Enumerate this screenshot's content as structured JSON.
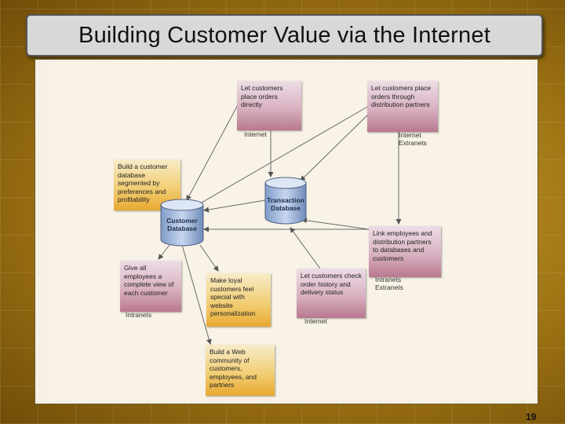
{
  "slide": {
    "title": "Building Customer Value via the Internet",
    "page_number": "19"
  },
  "diagram": {
    "notes": {
      "place_orders_directly": "Let customers place orders directly",
      "place_orders_partners": "Let customers place orders through distribution partners",
      "build_database": "Build a customer database segmented by preferences and profitability",
      "link_employees": "Link employees and distribution partners to databases and customers",
      "give_employees": "Give all employees a complete view of each customer",
      "loyal_customers": "Make loyal customers feel special with website personalization",
      "check_order": "Let customers check order history and delivery status",
      "web_community": "Build a Web community of customers, employees, and partners"
    },
    "labels": {
      "internet_top": "Internet",
      "internet_extranets": "Internet Extranets",
      "intranets_extranets": "Intranets Extranets",
      "intranets_left": "Intranets",
      "internet_bottom": "Internet"
    },
    "databases": {
      "customer": "Customer Database",
      "transaction": "Transaction Database"
    }
  }
}
